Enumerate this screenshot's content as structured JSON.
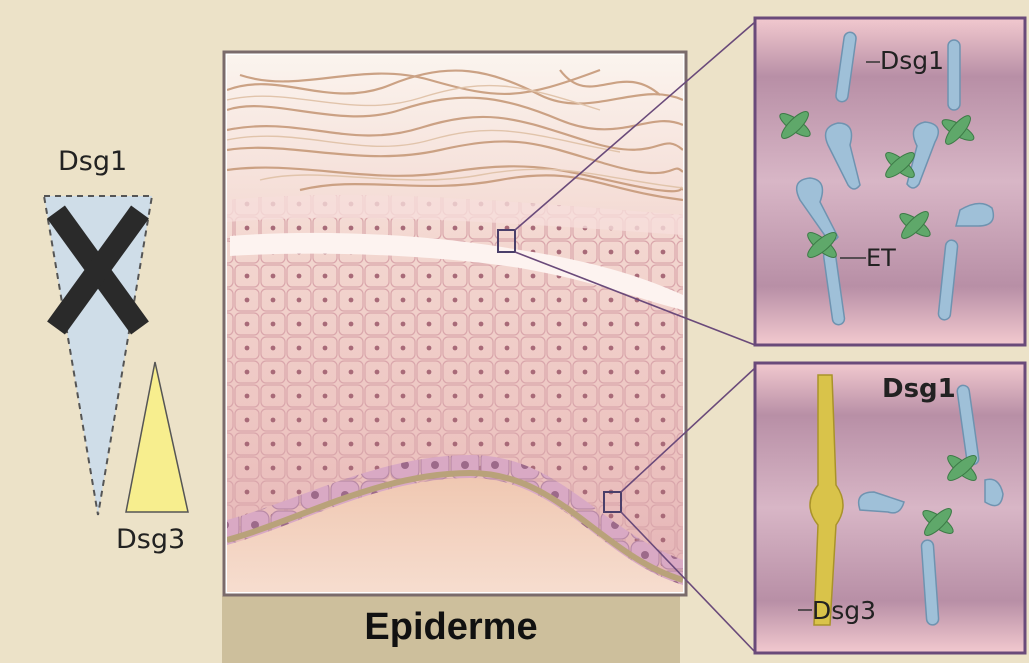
{
  "labels": {
    "dsg1_gradient": "Dsg1",
    "dsg3_gradient": "Dsg3",
    "epidermis_title": "Epiderme",
    "top_inset_dsg1": "Dsg1",
    "top_inset_et": "ET",
    "bottom_inset_dsg1": "Dsg1",
    "bottom_inset_dsg3": "Dsg3"
  },
  "colors": {
    "background": "#ece2c8",
    "dsg1_triangle": "#cfdde8",
    "dsg3_triangle": "#f7ee8e",
    "cross_mark": "#2a2a2a",
    "dsg1_molecule": "#9fc0d8",
    "dsg3_molecule": "#d9c34a",
    "exfoliative_toxin": "#5fa86a",
    "inset_membrane": "#c7a3b6",
    "tissue_pink": "#f0c9c6"
  },
  "icons": {
    "cross": "x-mark-icon"
  }
}
